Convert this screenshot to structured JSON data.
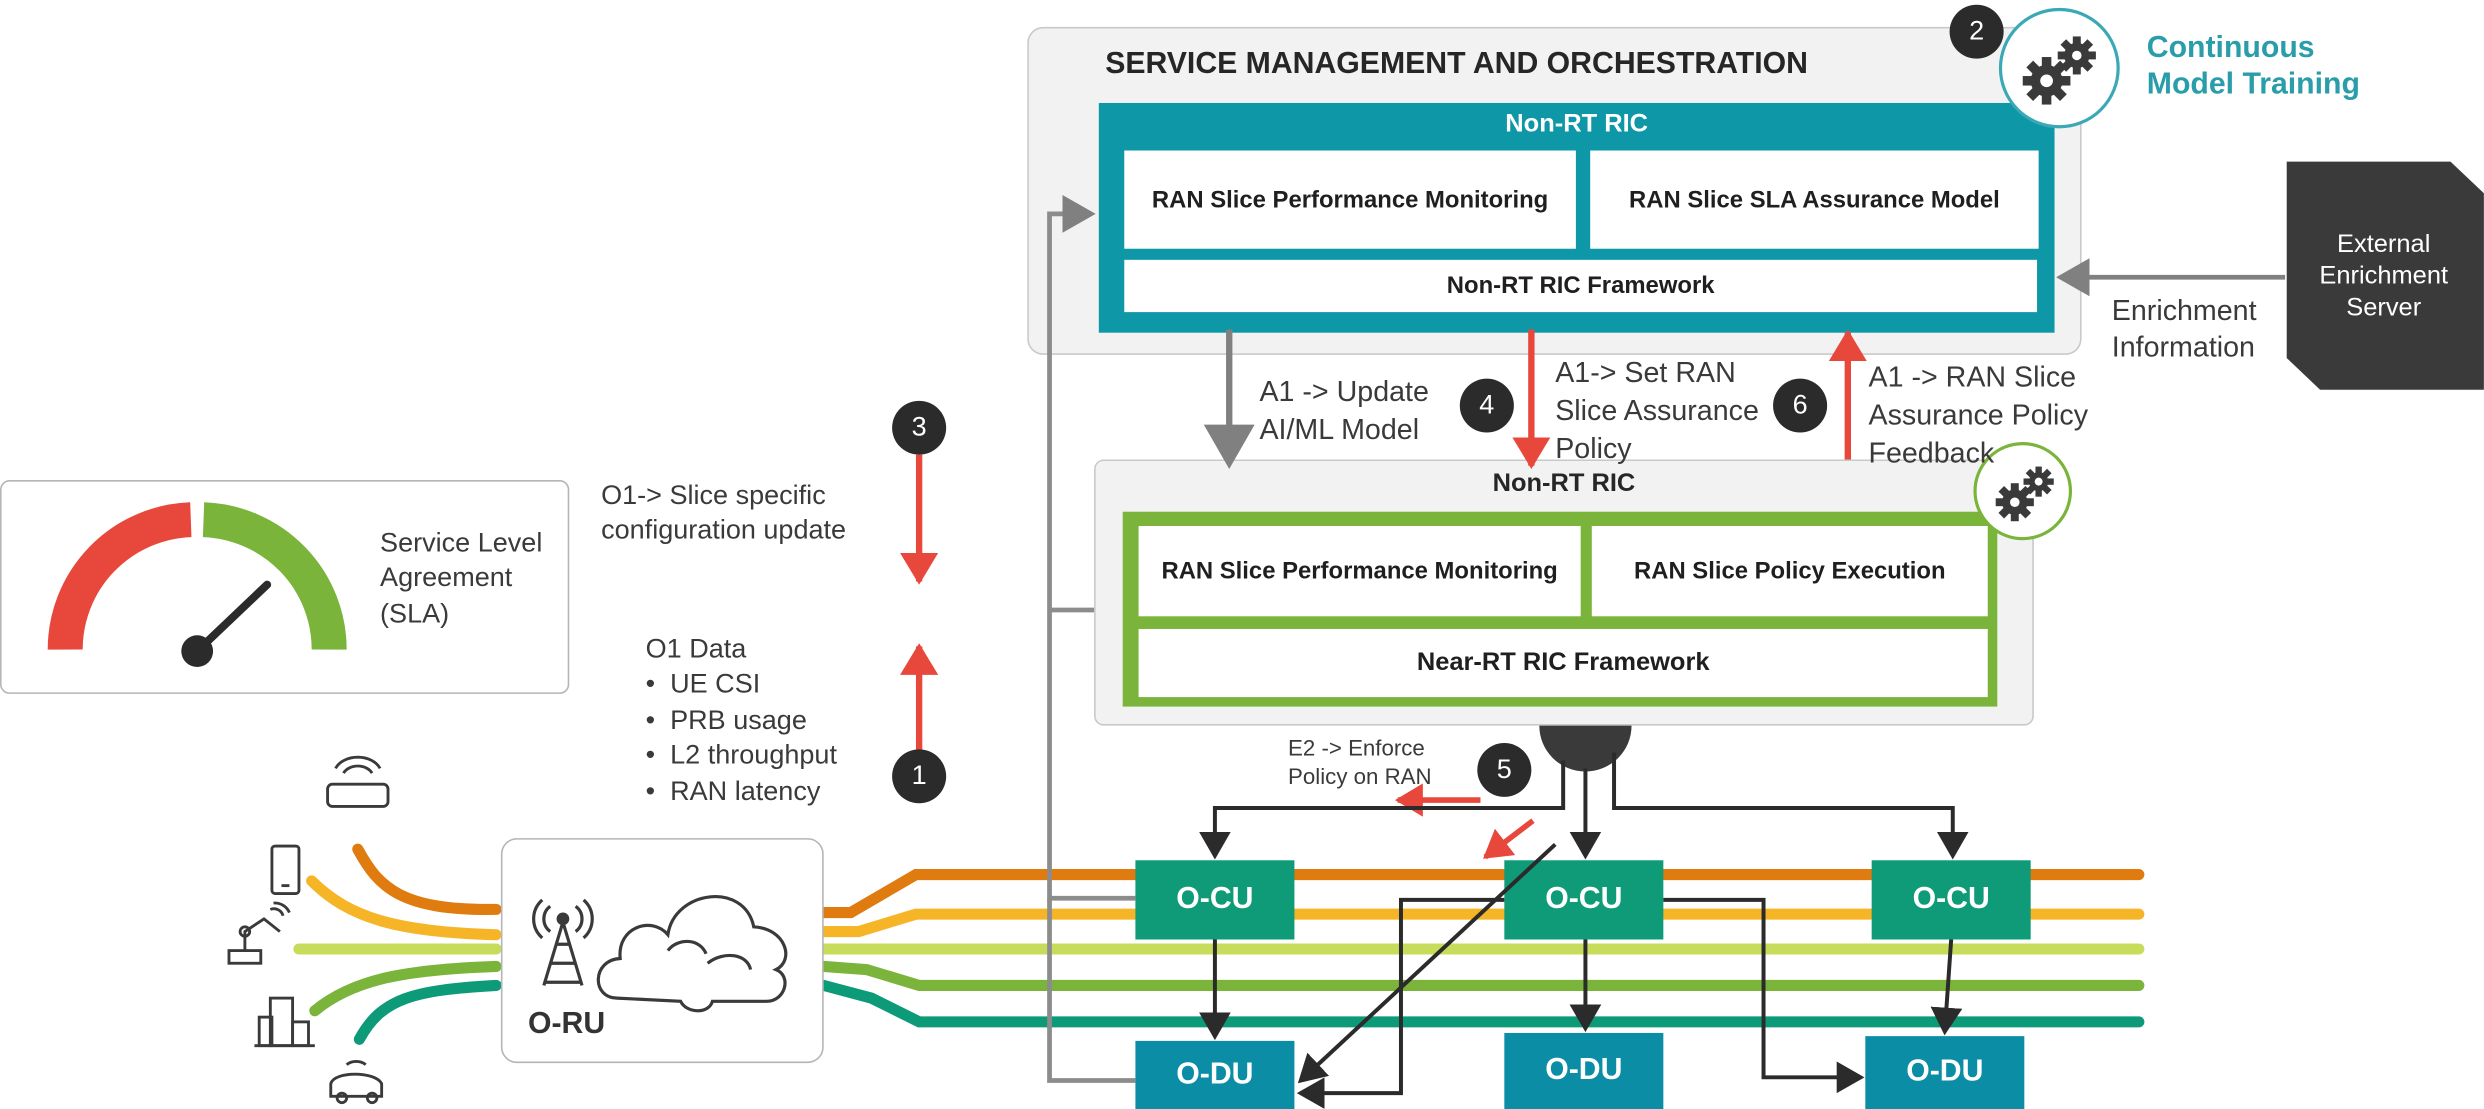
{
  "smo": {
    "title": "SERVICE MANAGEMENT AND ORCHESTRATION",
    "non_rt_ric_title": "Non-RT RIC",
    "perf_monitoring": "RAN Slice Performance Monitoring",
    "sla_model": "RAN Slice SLA Assurance Model",
    "framework": "Non-RT RIC Framework"
  },
  "near_rt_ric": {
    "title": "Non-RT RIC",
    "perf_monitoring": "RAN Slice Performance Monitoring",
    "policy_execution": "RAN Slice Policy Execution",
    "framework": "Near-RT RIC Framework"
  },
  "training": {
    "badge": "2",
    "label_line1": "Continuous",
    "label_line2": "Model Training"
  },
  "external_server": {
    "line1": "External",
    "line2": "Enrichment",
    "line3": "Server"
  },
  "enrichment": {
    "line1": "Enrichment",
    "line2": "Information"
  },
  "steps": {
    "s1": "1",
    "s3": "3",
    "s4": "4",
    "s5": "5",
    "s6": "6"
  },
  "a1_update": {
    "line1": "A1 -> Update",
    "line2": "AI/ML Model"
  },
  "a1_set": {
    "line1": "A1-> Set RAN",
    "line2": "Slice Assurance",
    "line3": "Policy"
  },
  "a1_feedback": {
    "line1": "A1 -> RAN Slice",
    "line2": "Assurance Policy",
    "line3": "Feedback"
  },
  "o1_config": {
    "line1": "O1-> Slice specific",
    "line2": "configuration update"
  },
  "o1_data": {
    "title": "O1 Data",
    "items": [
      "UE CSI",
      "PRB usage",
      "L2 throughput",
      "RAN latency"
    ]
  },
  "e2": {
    "line1": "E2 -> Enforce",
    "line2": "Policy on RAN"
  },
  "sla": {
    "line1": "Service Level",
    "line2": "Agreement",
    "line3": "(SLA)"
  },
  "oru": {
    "label": "O-RU"
  },
  "nodes": {
    "cu": [
      "O-CU",
      "O-CU",
      "O-CU"
    ],
    "du": [
      "O-DU",
      "O-DU",
      "O-DU"
    ]
  },
  "colors": {
    "teal": "#0e97a6",
    "green": "#7ab43a",
    "red": "#e8473c",
    "dark": "#2b2b2b",
    "cu": "#0f9b78",
    "du": "#0c8da6",
    "slice_orange": "#e07b10",
    "slice_yellow": "#f6b526",
    "slice_lime": "#c7dc5a",
    "slice_green": "#7ab43a",
    "slice_teal": "#0d9a78"
  },
  "icons": [
    "gear-icon",
    "vr-headset-icon",
    "phone-icon",
    "robot-arm-icon",
    "city-icon",
    "car-icon",
    "cell-tower-icon",
    "cloud-icon",
    "gauge-icon"
  ]
}
